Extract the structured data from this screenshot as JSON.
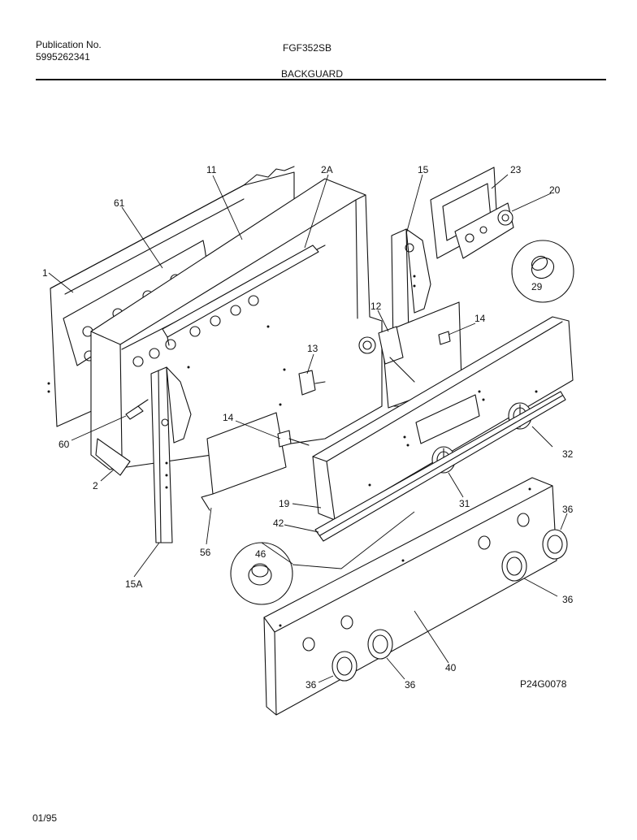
{
  "header": {
    "publication_label": "Publication No.",
    "publication_number": "5995262341",
    "model": "FGF352SB",
    "section_title": "BACKGUARD"
  },
  "footer": {
    "date": "01/95"
  },
  "diagram_id": "P24G0078",
  "callouts": [
    "1",
    "2",
    "2A",
    "11",
    "12",
    "13",
    "14",
    "14",
    "15",
    "15A",
    "19",
    "20",
    "23",
    "29",
    "31",
    "32",
    "36",
    "36",
    "36",
    "36",
    "40",
    "42",
    "46",
    "56",
    "60",
    "61"
  ]
}
